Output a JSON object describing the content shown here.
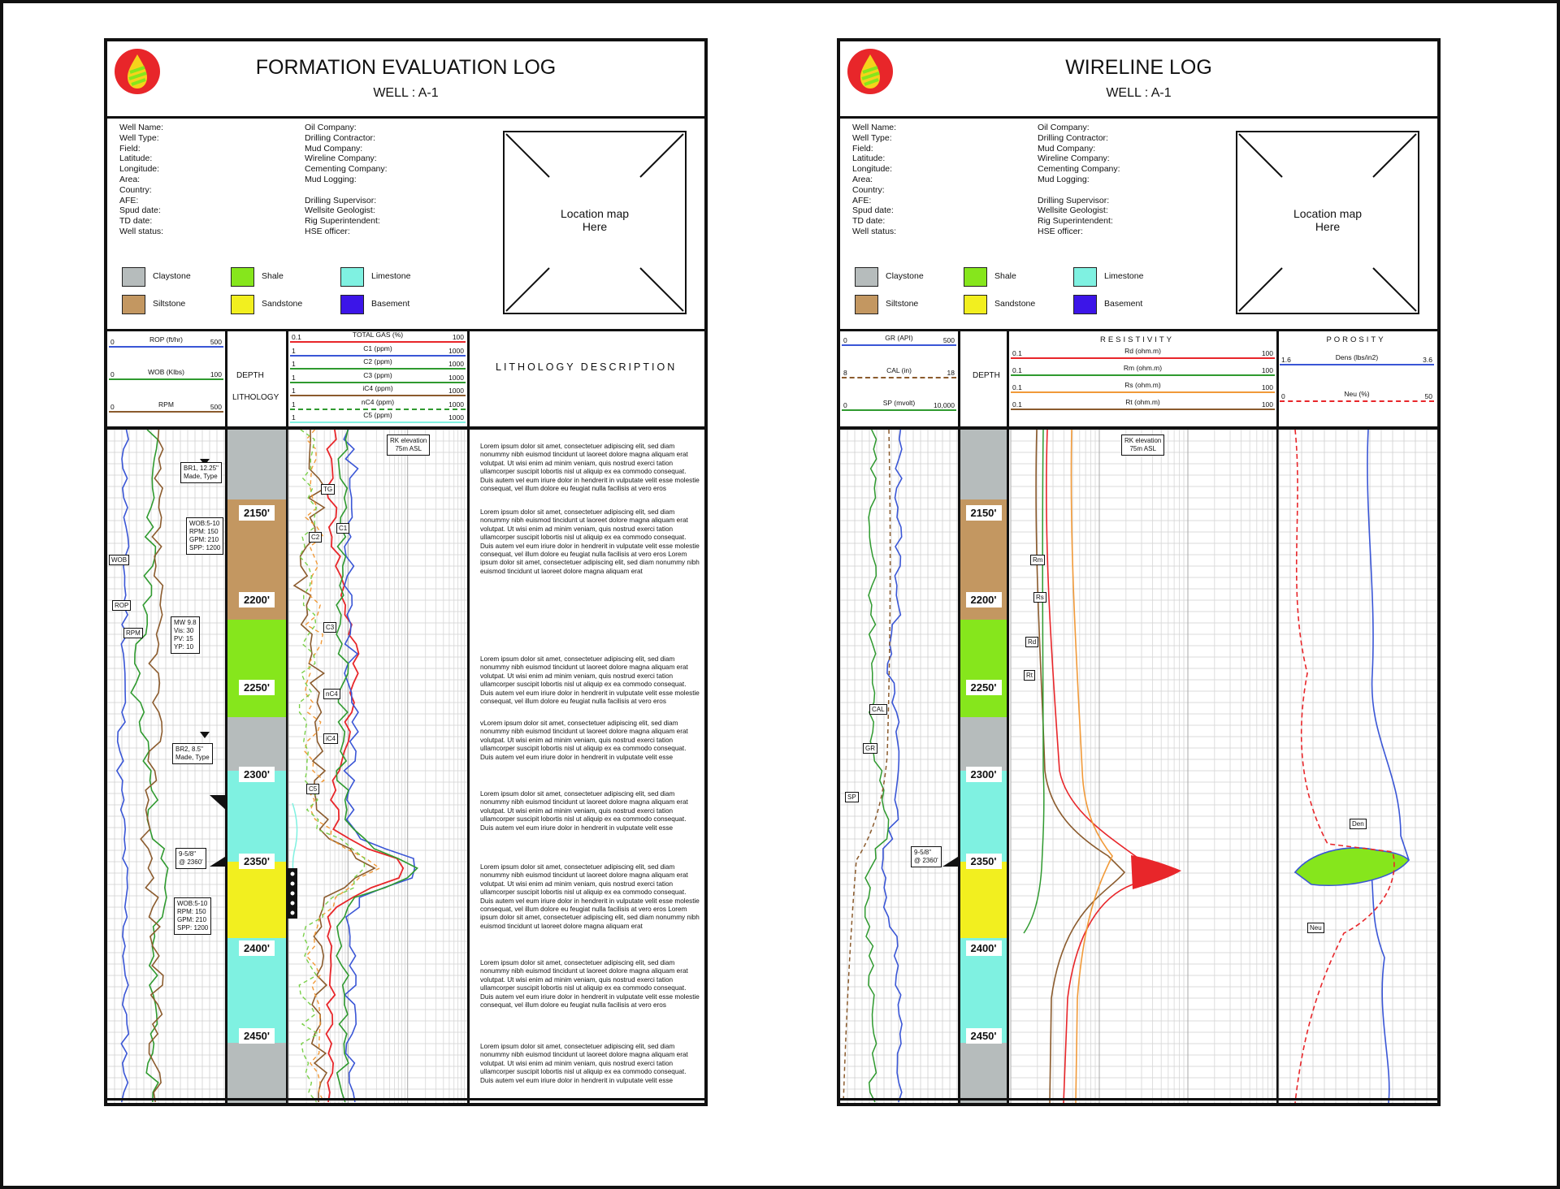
{
  "colors": {
    "claystone": "#b6bcbc",
    "shale": "#86e61c",
    "limestone": "#7ff1e1",
    "siltstone": "#c39761",
    "sandstone": "#f2ef1f",
    "basement": "#3c15e8",
    "red": "#e8262a",
    "green": "#2f9a2f",
    "blue": "#3a56d6",
    "orange": "#f19a39",
    "brown": "#8b5b2d"
  },
  "header_fields": {
    "left": [
      "Well Name:",
      "Well Type:",
      "Field:",
      "Latitude:",
      "Longitude:",
      "Area:",
      "Country:",
      "AFE:",
      "Spud date:",
      "TD date:",
      "Well status:"
    ],
    "right": [
      "Oil Company:",
      "Drilling Contractor:",
      "Mud Company:",
      "Wireline Company:",
      "Cementing Company:",
      "Mud Logging:",
      "",
      "Drilling Supervisor:",
      "Wellsite Geologist:",
      "Rig Superintendent:",
      "HSE officer:"
    ]
  },
  "map_text": [
    "Location map",
    "Here"
  ],
  "legend": [
    {
      "label": "Claystone",
      "color_key": "claystone"
    },
    {
      "label": "Shale",
      "color_key": "shale"
    },
    {
      "label": "Limestone",
      "color_key": "limestone"
    },
    {
      "label": "Siltstone",
      "color_key": "siltstone"
    },
    {
      "label": "Sandstone",
      "color_key": "sandstone"
    },
    {
      "label": "Basement",
      "color_key": "basement"
    }
  ],
  "depth_labels": [
    "2150'",
    "2200'",
    "2250'",
    "2300'",
    "2350'",
    "2400'",
    "2450'"
  ],
  "lith_column": [
    {
      "lith": "claystone",
      "from": 0,
      "to": 86
    },
    {
      "lith": "siltstone",
      "from": 86,
      "to": 234
    },
    {
      "lith": "shale",
      "from": 234,
      "to": 354
    },
    {
      "lith": "claystone",
      "from": 354,
      "to": 420
    },
    {
      "lith": "limestone",
      "from": 420,
      "to": 532
    },
    {
      "lith": "sandstone",
      "from": 532,
      "to": 626
    },
    {
      "lith": "limestone",
      "from": 626,
      "to": 755
    },
    {
      "lith": "claystone",
      "from": 755,
      "to": 829
    }
  ],
  "p1": {
    "title": "FORMATION EVALUATION LOG",
    "subtitle": "WELL : A-1",
    "curves_left": [
      {
        "name": "ROP (ft/hr)",
        "min": "0",
        "max": "500",
        "color_key": "blue"
      },
      {
        "name": "WOB (Klbs)",
        "min": "0",
        "max": "100",
        "color_key": "green"
      },
      {
        "name": "RPM",
        "min": "0",
        "max": "500",
        "color_key": "brown"
      }
    ],
    "depth_head": "DEPTH",
    "lith_head": "LITHOLOGY",
    "gas_curves": [
      {
        "name": "TOTAL GAS (%)",
        "min": "0.1",
        "max": "100",
        "color_key": "red"
      },
      {
        "name": "C1 (ppm)",
        "min": "1",
        "max": "1000",
        "color_key": "blue"
      },
      {
        "name": "C2 (ppm)",
        "min": "1",
        "max": "1000",
        "color_key": "green"
      },
      {
        "name": "C3 (ppm)",
        "min": "1",
        "max": "1000",
        "color_key": "green"
      },
      {
        "name": "iC4 (ppm)",
        "min": "1",
        "max": "1000",
        "color_key": "brown"
      },
      {
        "name": "nC4 (ppm)",
        "min": "1",
        "max": "1000",
        "color_key": "green"
      },
      {
        "name": "C5 (ppm)",
        "min": "1",
        "max": "1000",
        "color_key": "limestone"
      }
    ],
    "desc_head": "LITHOLOGY DESCRIPTION",
    "rk": [
      "RK elevation",
      "75m ASL"
    ],
    "annotations": {
      "br1": [
        "BR1, 12.25\"",
        "Made, Type"
      ],
      "drill1": [
        "WOB:5-10",
        "RPM: 150",
        "GPM: 210",
        "SPP: 1200"
      ],
      "mud": [
        "MW 9.8",
        "Vis: 30",
        "PV: 15",
        "YP: 10"
      ],
      "br2": [
        "BR2, 8.5\"",
        "Made, Type"
      ],
      "casing": [
        "9-5/8\"",
        "@ 2360'"
      ],
      "drill2": [
        "WOB:5-10",
        "RPM: 150",
        "GPM: 210",
        "SPP: 1200"
      ],
      "tags": [
        "WOB",
        "ROP",
        "RPM",
        "TG",
        "C1",
        "C2",
        "C3",
        "nC4",
        "iC4",
        "C5"
      ]
    },
    "descriptions": [
      "Lorem ipsum dolor sit amet, consectetuer adipiscing elit, sed diam nonummy nibh euismod tincidunt ut laoreet dolore magna aliquam erat volutpat. Ut wisi enim ad minim veniam, quis nostrud exerci tation ullamcorper suscipit lobortis nisl ut aliquip ex ea commodo consequat. Duis autem vel eum iriure dolor in hendrerit in vulputate velit esse molestie consequat, vel illum dolore eu feugiat nulla facilisis at vero eros",
      "Lorem ipsum dolor sit amet, consectetuer adipiscing elit, sed diam nonummy nibh euismod tincidunt ut laoreet dolore magna aliquam erat volutpat. Ut wisi enim ad minim veniam, quis nostrud exerci tation ullamcorper suscipit lobortis nisl ut aliquip ex ea commodo consequat. Duis autem vel eum iriure dolor in hendrerit in vulputate velit esse molestie consequat, vel illum dolore eu feugiat nulla facilisis at vero eros Lorem ipsum dolor sit amet, consectetuer adipiscing elit, sed diam nonummy nibh euismod tincidunt ut laoreet dolore magna aliquam erat",
      "Lorem ipsum dolor sit amet, consectetuer adipiscing elit, sed diam nonummy nibh euismod tincidunt ut laoreet dolore magna aliquam erat volutpat. Ut wisi enim ad minim veniam, quis nostrud exerci tation ullamcorper suscipit lobortis nisl ut aliquip ex ea commodo consequat. Duis autem vel eum iriure dolor in hendrerit in vulputate velit esse molestie consequat, vel illum dolore eu feugiat nulla facilisis at vero eros",
      "vLorem ipsum dolor sit amet, consectetuer adipiscing elit, sed diam nonummy nibh euismod tincidunt ut laoreet dolore magna aliquam erat volutpat. Ut wisi enim ad minim veniam, quis nostrud exerci tation ullamcorper suscipit lobortis nisl ut aliquip ex ea commodo consequat. Duis autem vel eum iriure dolor in hendrerit in vulputate velit esse",
      "Lorem ipsum dolor sit amet, consectetuer adipiscing elit, sed diam nonummy nibh euismod tincidunt ut laoreet dolore magna aliquam erat volutpat. Ut wisi enim ad minim veniam, quis nostrud exerci tation ullamcorper suscipit lobortis nisl ut aliquip ex ea commodo consequat. Duis autem vel eum iriure dolor in hendrerit in vulputate velit esse",
      "Lorem ipsum dolor sit amet, consectetuer adipiscing elit, sed diam nonummy nibh euismod tincidunt ut laoreet dolore magna aliquam erat volutpat. Ut wisi enim ad minim veniam, quis nostrud exerci tation ullamcorper suscipit lobortis nisl ut aliquip ex ea commodo consequat. Duis autem vel eum iriure dolor in hendrerit in vulputate velit esse molestie consequat, vel illum dolore eu feugiat nulla facilisis at vero eros Lorem ipsum dolor sit amet, consectetuer adipiscing elit, sed diam nonummy nibh euismod tincidunt ut laoreet dolore magna aliquam erat",
      "Lorem ipsum dolor sit amet, consectetuer adipiscing elit, sed diam nonummy nibh euismod tincidunt ut laoreet dolore magna aliquam erat volutpat. Ut wisi enim ad minim veniam, quis nostrud exerci tation ullamcorper suscipit lobortis nisl ut aliquip ex ea commodo consequat. Duis autem vel eum iriure dolor in hendrerit in vulputate velit esse molestie consequat, vel illum dolore eu feugiat nulla facilisis at vero eros",
      "Lorem ipsum dolor sit amet, consectetuer adipiscing elit, sed diam nonummy nibh euismod tincidunt ut laoreet dolore magna aliquam erat volutpat. Ut wisi enim ad minim veniam, quis nostrud exerci tation ullamcorper suscipit lobortis nisl ut aliquip ex ea commodo consequat. Duis autem vel eum iriure dolor in hendrerit in vulputate velit esse"
    ]
  },
  "p2": {
    "title": "WIRELINE LOG",
    "subtitle": "WELL : A-1",
    "curves_left": [
      {
        "name": "GR (API)",
        "min": "0",
        "max": "500",
        "color_key": "blue"
      },
      {
        "name": "CAL (in)",
        "min": "8",
        "max": "18",
        "color_key": "brown"
      },
      {
        "name": "SP (mvolt)",
        "min": "0",
        "max": "10,000",
        "color_key": "green"
      }
    ],
    "depth_head": "DEPTH",
    "res_head": "RESISTIVITY",
    "res_curves": [
      {
        "name": "Rd (ohm.m)",
        "min": "0.1",
        "max": "100",
        "color_key": "red"
      },
      {
        "name": "Rm (ohm.m)",
        "min": "0.1",
        "max": "100",
        "color_key": "green"
      },
      {
        "name": "Rs (ohm.m)",
        "min": "0.1",
        "max": "100",
        "color_key": "orange"
      },
      {
        "name": "Rt (ohm.m)",
        "min": "0.1",
        "max": "100",
        "color_key": "brown"
      }
    ],
    "por_head": "POROSITY",
    "por_curves": [
      {
        "name": "Dens (lbs/in2)",
        "min": "1.6",
        "max": "3.6",
        "color_key": "blue"
      },
      {
        "name": "Neu (%)",
        "min": "0",
        "max": "50",
        "color_key": "red"
      }
    ],
    "rk": [
      "RK elevation",
      "75m ASL"
    ],
    "annotations": {
      "casing": [
        "9-5/8\"",
        "@ 2360'"
      ],
      "tags": [
        "CAL",
        "GR",
        "SP",
        "Rm",
        "Rs",
        "Rd",
        "Rt",
        "Den",
        "Neu"
      ]
    }
  }
}
